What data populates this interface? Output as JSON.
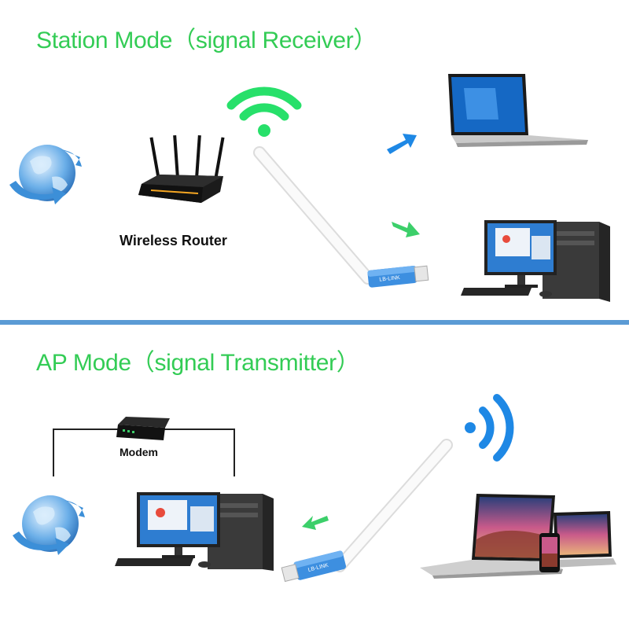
{
  "colors": {
    "title_green": "#33cc55",
    "divider_blue": "#5b9bd5",
    "arrow_blue": "#1e88e5",
    "arrow_green": "#3ccf6a",
    "wifi_green": "#27e06a",
    "wifi_blue": "#1e88e5"
  },
  "station": {
    "title": "Station Mode（signal Receiver）",
    "router_label": "Wireless Router"
  },
  "ap": {
    "title": "AP Mode（signal Transmitter）",
    "modem_label": "Modem"
  },
  "icons": [
    "globe-icon",
    "router-icon",
    "wifi-icon",
    "usb-adapter-icon",
    "laptop-icon",
    "desktop-pc-icon",
    "modem-icon",
    "arrow-icon",
    "tablet-icon",
    "phone-icon"
  ]
}
